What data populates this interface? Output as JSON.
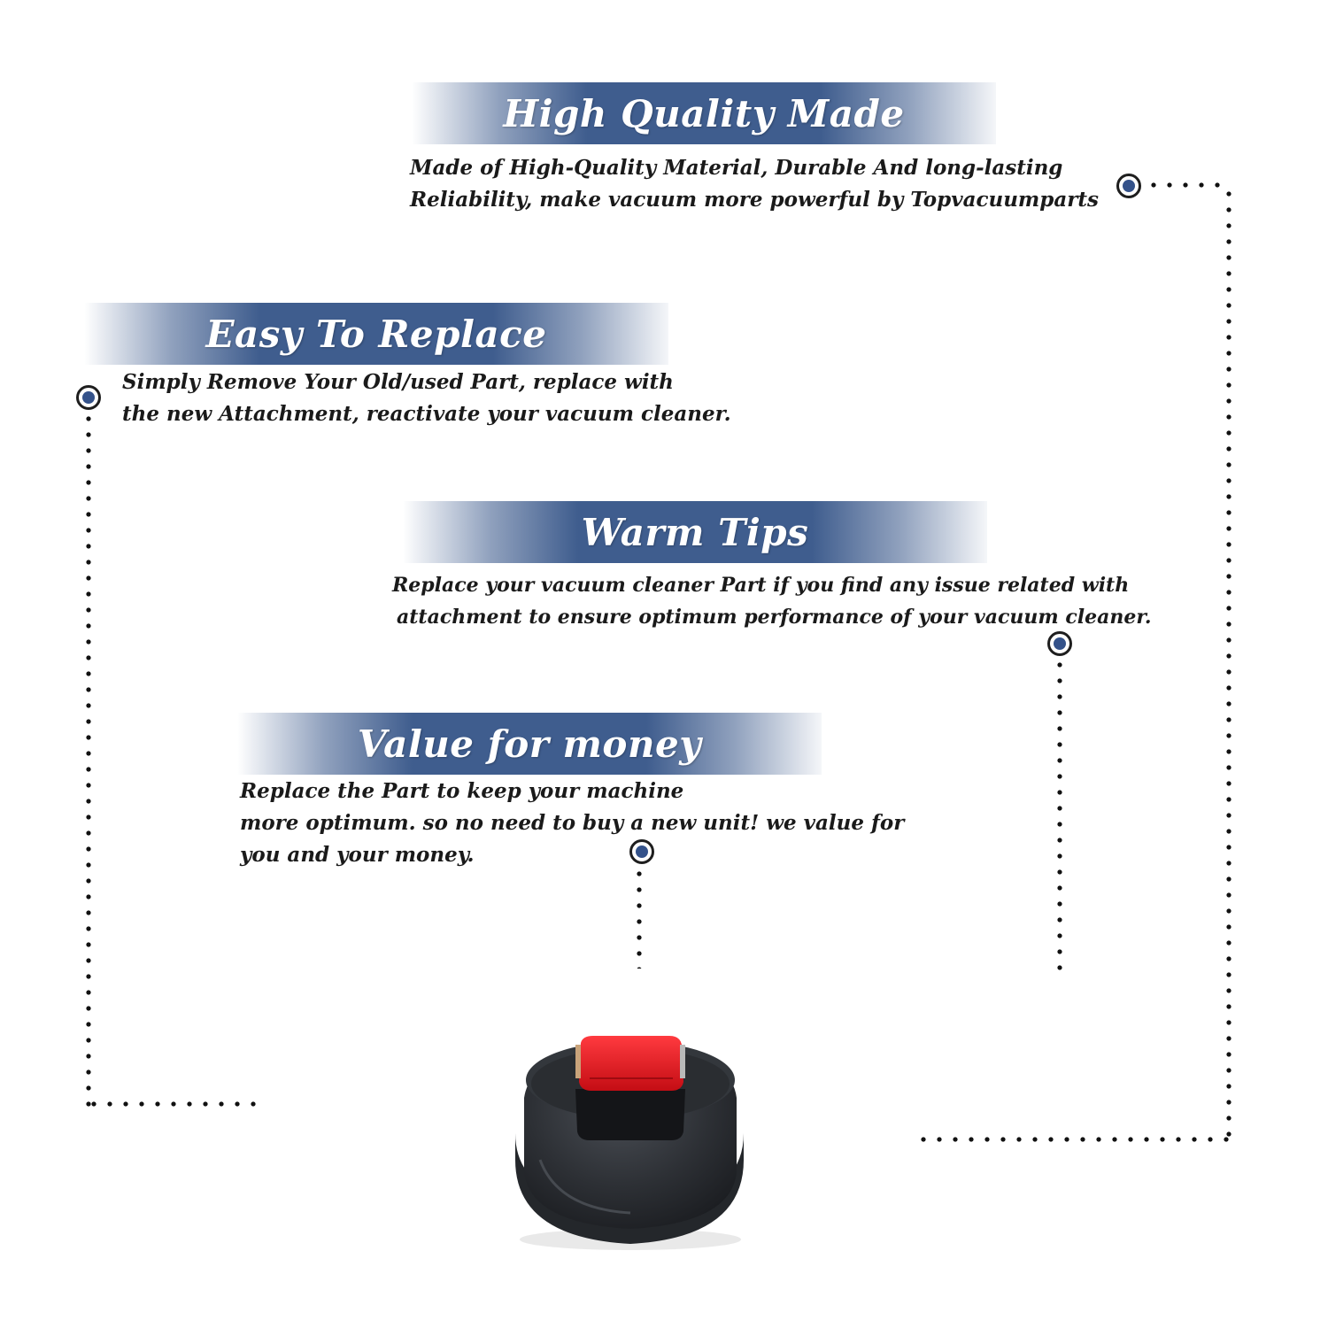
{
  "sections": {
    "quality": {
      "title": "High Quality Made",
      "lines": [
        "Made of  High-Quality Material, Durable And long-lasting",
        "Reliability, make vacuum more powerful by Topvacuumparts"
      ]
    },
    "replace": {
      "title": "Easy To Replace",
      "lines": [
        "Simply Remove Your Old/used Part, replace with",
        "the new Attachment, reactivate your vacuum cleaner."
      ]
    },
    "tips": {
      "title": "Warm Tips",
      "lines": [
        "Replace your vacuum cleaner Part if you find any issue related with",
        "attachment to ensure optimum performance of your vacuum cleaner."
      ]
    },
    "value": {
      "title": "Value for money",
      "lines": [
        "Replace the Part to keep your machine",
        "more optimum. so no need to buy a new unit! we value for",
        "you and your money."
      ]
    }
  },
  "colors": {
    "banner_blue": "#3f5d8e",
    "marker_blue": "#34528a",
    "product_body": "#2b2e33",
    "product_button": "#e3121a"
  },
  "product_image": {
    "icon": "vacuum-part-icon"
  }
}
